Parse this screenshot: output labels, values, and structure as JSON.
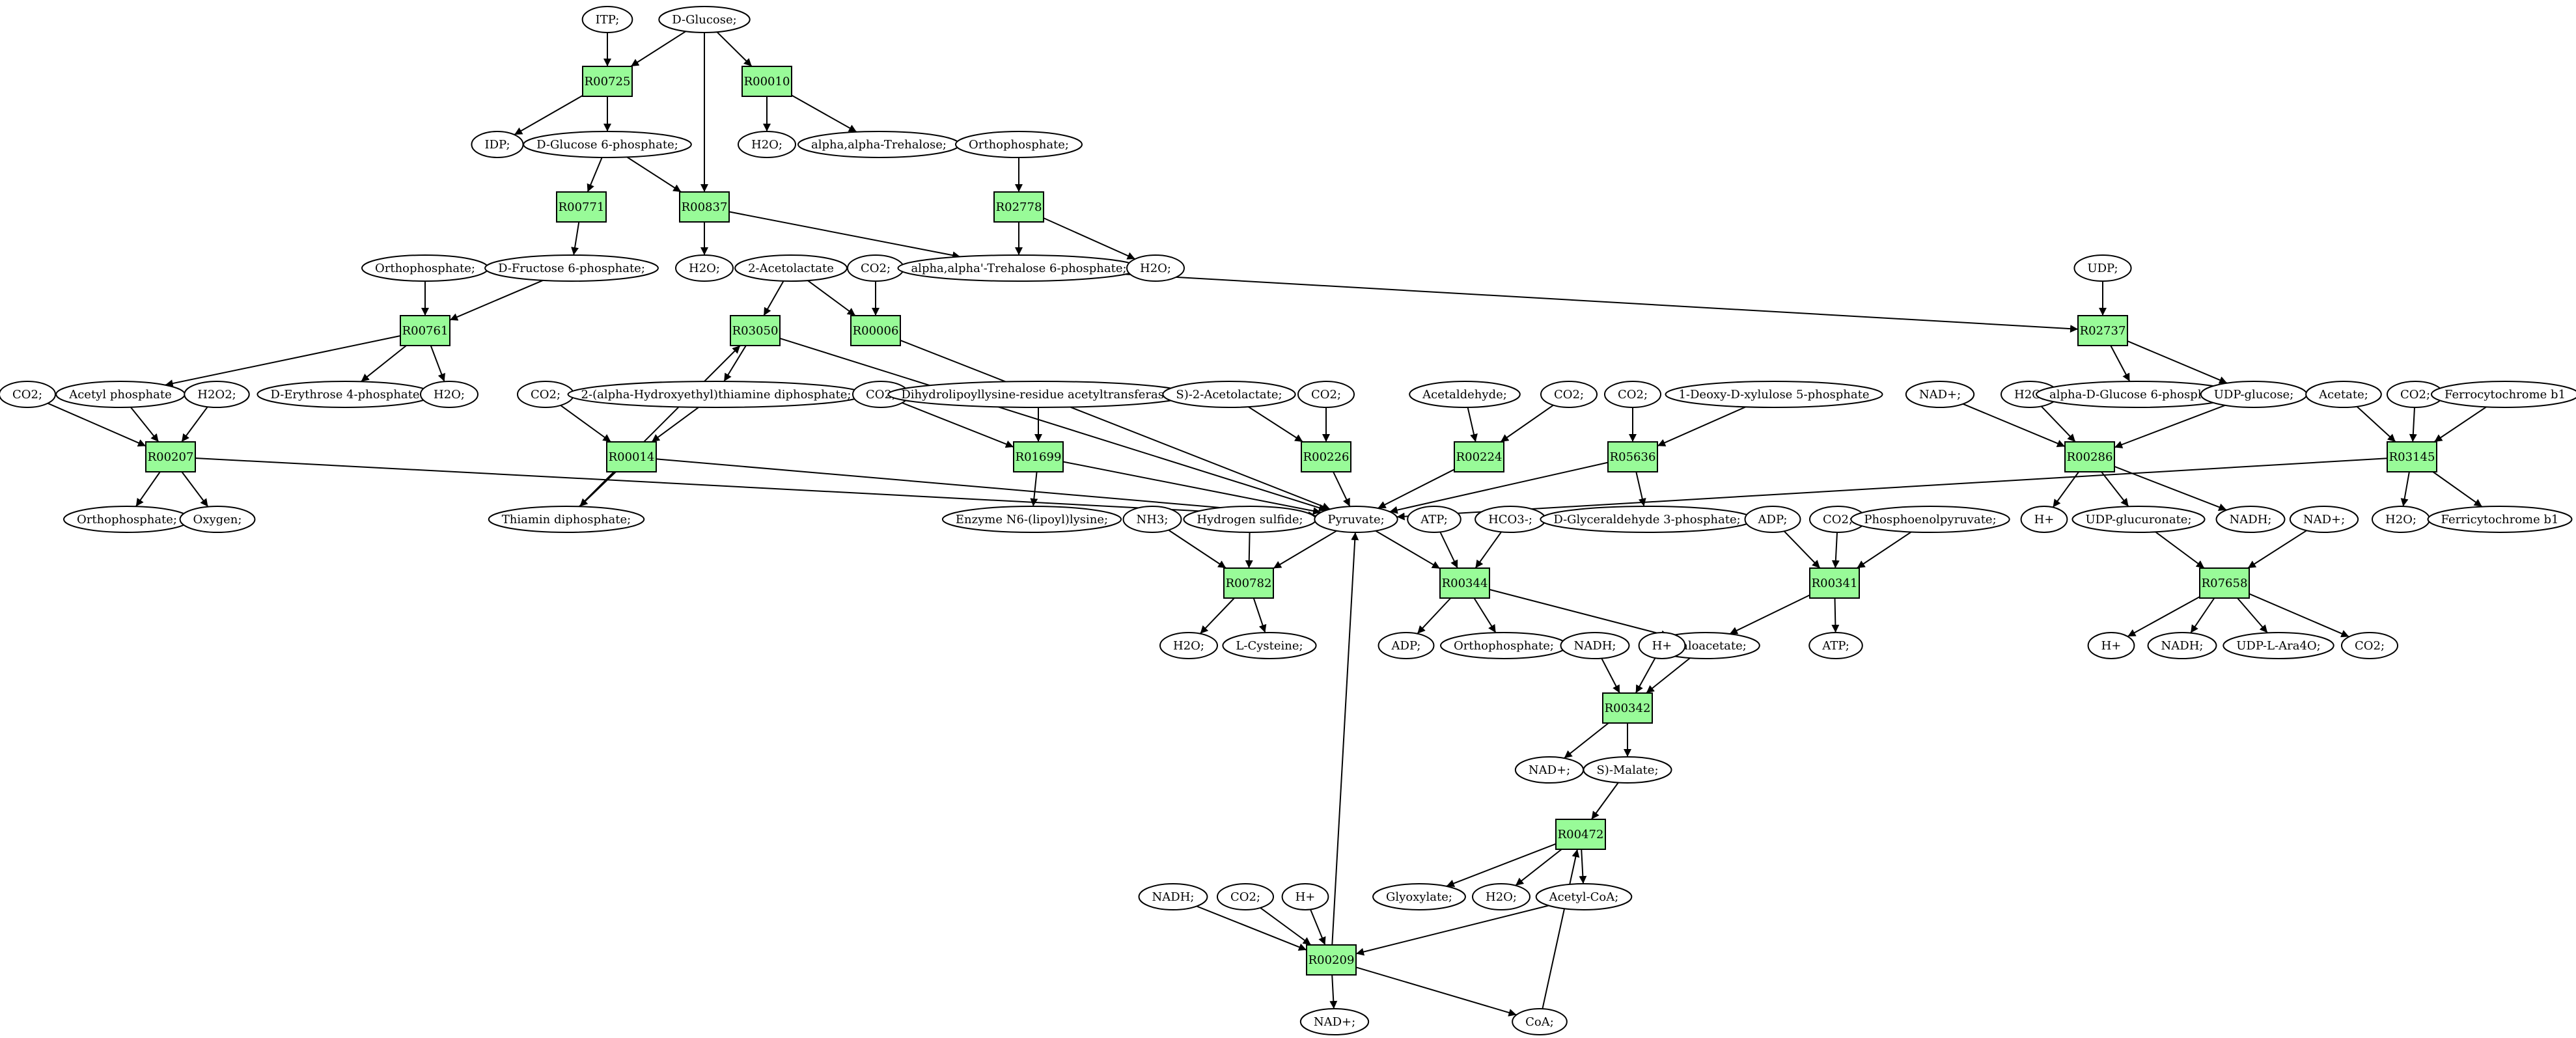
{
  "colors": {
    "reaction": "#98fb98",
    "metabolite": "#ffffff",
    "source": "#00ee00",
    "target": "#ffff00",
    "edge": "#000000"
  },
  "nodes": [
    {
      "id": "ITP",
      "label": "ITP;",
      "type": "metabolite"
    },
    {
      "id": "DGLC",
      "label": "D-Glucose;",
      "type": "source"
    },
    {
      "id": "R00725",
      "label": "R00725",
      "type": "reaction"
    },
    {
      "id": "R00010",
      "label": "R00010",
      "type": "reaction"
    },
    {
      "id": "IDP",
      "label": "IDP;",
      "type": "metabolite"
    },
    {
      "id": "G6P",
      "label": "D-Glucose 6-phosphate;",
      "type": "metabolite"
    },
    {
      "id": "H2O_1",
      "label": "H2O;",
      "type": "metabolite"
    },
    {
      "id": "TREH",
      "label": "alpha,alpha-Trehalose;",
      "type": "metabolite"
    },
    {
      "id": "PI_1",
      "label": "Orthophosphate;",
      "type": "metabolite"
    },
    {
      "id": "R00771",
      "label": "R00771",
      "type": "reaction"
    },
    {
      "id": "R00837",
      "label": "R00837",
      "type": "reaction"
    },
    {
      "id": "R02778",
      "label": "R02778",
      "type": "reaction"
    },
    {
      "id": "PI_2",
      "label": "Orthophosphate;",
      "type": "metabolite"
    },
    {
      "id": "F6P",
      "label": "D-Fructose 6-phosphate;",
      "type": "metabolite"
    },
    {
      "id": "H2O_2",
      "label": "H2O;",
      "type": "metabolite"
    },
    {
      "id": "ACLAC",
      "label": "2-Acetolactate",
      "type": "metabolite"
    },
    {
      "id": "CO2_1",
      "label": "CO2;",
      "type": "metabolite"
    },
    {
      "id": "T6P",
      "label": "alpha,alpha'-Trehalose 6-phosphate;",
      "type": "metabolite"
    },
    {
      "id": "H2O_3",
      "label": "H2O;",
      "type": "metabolite"
    },
    {
      "id": "UDP",
      "label": "UDP;",
      "type": "metabolite"
    },
    {
      "id": "R00761",
      "label": "R00761",
      "type": "reaction"
    },
    {
      "id": "R03050",
      "label": "R03050",
      "type": "reaction"
    },
    {
      "id": "R00006",
      "label": "R00006",
      "type": "reaction"
    },
    {
      "id": "R02737",
      "label": "R02737",
      "type": "reaction"
    },
    {
      "id": "CO2_2",
      "label": "CO2;",
      "type": "metabolite"
    },
    {
      "id": "ACP",
      "label": "Acetyl phosphate",
      "type": "metabolite"
    },
    {
      "id": "H2O2",
      "label": "H2O2;",
      "type": "metabolite"
    },
    {
      "id": "E4P",
      "label": "D-Erythrose 4-phosphate",
      "type": "metabolite"
    },
    {
      "id": "H2O_4",
      "label": "H2O;",
      "type": "metabolite"
    },
    {
      "id": "CO2_3",
      "label": "CO2;",
      "type": "metabolite"
    },
    {
      "id": "HETPP",
      "label": "2-(alpha-Hydroxyethyl)thiamine diphosphate;",
      "type": "metabolite"
    },
    {
      "id": "CO2_4",
      "label": "CO2;",
      "type": "metabolite"
    },
    {
      "id": "DLAT",
      "label": "Dihydrolipoyllysine-residue acetyltransferase]",
      "type": "metabolite"
    },
    {
      "id": "SACLAC",
      "label": "S)-2-Acetolactate;",
      "type": "metabolite"
    },
    {
      "id": "CO2_5",
      "label": "CO2;",
      "type": "metabolite"
    },
    {
      "id": "ACALD",
      "label": "Acetaldehyde;",
      "type": "metabolite"
    },
    {
      "id": "CO2_6",
      "label": "CO2;",
      "type": "metabolite"
    },
    {
      "id": "CO2_7",
      "label": "CO2;",
      "type": "metabolite"
    },
    {
      "id": "DXP",
      "label": "1-Deoxy-D-xylulose 5-phosphate",
      "type": "metabolite"
    },
    {
      "id": "NADP_1",
      "label": "NAD+;",
      "type": "metabolite"
    },
    {
      "id": "H2O_5",
      "label": "H2O;",
      "type": "metabolite"
    },
    {
      "id": "AG6P",
      "label": "alpha-D-Glucose 6-phosphate",
      "type": "metabolite"
    },
    {
      "id": "UDPG",
      "label": "UDP-glucose;",
      "type": "metabolite"
    },
    {
      "id": "ACE",
      "label": "Acetate;",
      "type": "metabolite"
    },
    {
      "id": "CO2_8",
      "label": "CO2;",
      "type": "metabolite"
    },
    {
      "id": "FCB1",
      "label": "Ferrocytochrome b1",
      "type": "metabolite"
    },
    {
      "id": "R00207",
      "label": "R00207",
      "type": "reaction"
    },
    {
      "id": "R00014",
      "label": "R00014",
      "type": "reaction"
    },
    {
      "id": "R01699",
      "label": "R01699",
      "type": "reaction"
    },
    {
      "id": "R00226",
      "label": "R00226",
      "type": "reaction"
    },
    {
      "id": "R00224",
      "label": "R00224",
      "type": "reaction"
    },
    {
      "id": "R05636",
      "label": "R05636",
      "type": "reaction"
    },
    {
      "id": "R00286",
      "label": "R00286",
      "type": "reaction"
    },
    {
      "id": "R03145",
      "label": "R03145",
      "type": "reaction"
    },
    {
      "id": "PI_3",
      "label": "Orthophosphate;",
      "type": "metabolite"
    },
    {
      "id": "O2",
      "label": "Oxygen;",
      "type": "metabolite"
    },
    {
      "id": "TPP",
      "label": "Thiamin diphosphate;",
      "type": "metabolite"
    },
    {
      "id": "LIPO",
      "label": "Enzyme N6-(lipoyl)lysine;",
      "type": "metabolite"
    },
    {
      "id": "NH3",
      "label": "NH3;",
      "type": "metabolite"
    },
    {
      "id": "H2S",
      "label": "Hydrogen sulfide;",
      "type": "metabolite"
    },
    {
      "id": "PYR",
      "label": "Pyruvate;",
      "type": "metabolite"
    },
    {
      "id": "ATP_1",
      "label": "ATP;",
      "type": "metabolite"
    },
    {
      "id": "HCO3",
      "label": "HCO3-;",
      "type": "metabolite"
    },
    {
      "id": "GAP",
      "label": "D-Glyceraldehyde 3-phosphate;",
      "type": "metabolite"
    },
    {
      "id": "ADP_1",
      "label": "ADP;",
      "type": "metabolite"
    },
    {
      "id": "CO2_9",
      "label": "CO2;",
      "type": "metabolite"
    },
    {
      "id": "PEP",
      "label": "Phosphoenolpyruvate;",
      "type": "metabolite"
    },
    {
      "id": "HP_1",
      "label": "H+",
      "type": "metabolite"
    },
    {
      "id": "UDPGA",
      "label": "UDP-glucuronate;",
      "type": "metabolite"
    },
    {
      "id": "NADH_1",
      "label": "NADH;",
      "type": "metabolite"
    },
    {
      "id": "NADP_2",
      "label": "NAD+;",
      "type": "metabolite"
    },
    {
      "id": "H2O_6",
      "label": "H2O;",
      "type": "metabolite"
    },
    {
      "id": "FRCB1",
      "label": "Ferricytochrome b1",
      "type": "metabolite"
    },
    {
      "id": "R00782",
      "label": "R00782",
      "type": "reaction"
    },
    {
      "id": "R00344",
      "label": "R00344",
      "type": "reaction"
    },
    {
      "id": "R00341",
      "label": "R00341",
      "type": "reaction"
    },
    {
      "id": "R07658",
      "label": "R07658",
      "type": "reaction"
    },
    {
      "id": "H2O_7",
      "label": "H2O;",
      "type": "metabolite"
    },
    {
      "id": "CYS",
      "label": "L-Cysteine;",
      "type": "target"
    },
    {
      "id": "ADP_2",
      "label": "ADP;",
      "type": "metabolite"
    },
    {
      "id": "PI_4",
      "label": "Orthophosphate;",
      "type": "metabolite"
    },
    {
      "id": "OAA",
      "label": "Oxaloacetate;",
      "type": "metabolite"
    },
    {
      "id": "ATP_2",
      "label": "ATP;",
      "type": "metabolite"
    },
    {
      "id": "HP_2",
      "label": "H+",
      "type": "metabolite"
    },
    {
      "id": "NADH_2",
      "label": "NADH;",
      "type": "metabolite"
    },
    {
      "id": "UDPARA",
      "label": "UDP-L-Ara4O;",
      "type": "metabolite"
    },
    {
      "id": "CO2_10",
      "label": "CO2;",
      "type": "metabolite"
    },
    {
      "id": "NADH_3",
      "label": "NADH;",
      "type": "metabolite"
    },
    {
      "id": "HP_3",
      "label": "H+",
      "type": "metabolite"
    },
    {
      "id": "R00342",
      "label": "R00342",
      "type": "reaction"
    },
    {
      "id": "NADP_3",
      "label": "NAD+;",
      "type": "metabolite"
    },
    {
      "id": "MAL",
      "label": "S)-Malate;",
      "type": "metabolite"
    },
    {
      "id": "R00472",
      "label": "R00472",
      "type": "reaction"
    },
    {
      "id": "GLX",
      "label": "Glyoxylate;",
      "type": "metabolite"
    },
    {
      "id": "H2O_8",
      "label": "H2O;",
      "type": "metabolite"
    },
    {
      "id": "ACCOA",
      "label": "Acetyl-CoA;",
      "type": "metabolite"
    },
    {
      "id": "NADH_4",
      "label": "NADH;",
      "type": "metabolite"
    },
    {
      "id": "CO2_11",
      "label": "CO2;",
      "type": "metabolite"
    },
    {
      "id": "HP_4",
      "label": "H+",
      "type": "metabolite"
    },
    {
      "id": "R00209",
      "label": "R00209",
      "type": "reaction"
    },
    {
      "id": "NADP_4",
      "label": "NAD+;",
      "type": "metabolite"
    },
    {
      "id": "COA",
      "label": "CoA;",
      "type": "metabolite"
    }
  ],
  "edges": [
    [
      "ITP",
      "R00725"
    ],
    [
      "DGLC",
      "R00725"
    ],
    [
      "DGLC",
      "R00010"
    ],
    [
      "DGLC",
      "R00837"
    ],
    [
      "R00725",
      "IDP"
    ],
    [
      "R00725",
      "G6P"
    ],
    [
      "R00010",
      "H2O_1"
    ],
    [
      "R00010",
      "TREH"
    ],
    [
      "G6P",
      "R00771"
    ],
    [
      "G6P",
      "R00837"
    ],
    [
      "PI_1",
      "R02778"
    ],
    [
      "R00771",
      "F6P"
    ],
    [
      "R00837",
      "H2O_2"
    ],
    [
      "R00837",
      "T6P"
    ],
    [
      "R02778",
      "T6P"
    ],
    [
      "R02778",
      "H2O_3"
    ],
    [
      "PI_2",
      "R00761"
    ],
    [
      "F6P",
      "R00761"
    ],
    [
      "ACLAC",
      "R03050"
    ],
    [
      "ACLAC",
      "R00006"
    ],
    [
      "CO2_1",
      "R00006"
    ],
    [
      "T6P",
      "R02737"
    ],
    [
      "UDP",
      "R02737"
    ],
    [
      "R00761",
      "ACP"
    ],
    [
      "R00761",
      "E4P"
    ],
    [
      "R00761",
      "H2O_4"
    ],
    [
      "R03050",
      "HETPP"
    ],
    [
      "R03050",
      "PYR"
    ],
    [
      "R00006",
      "PYR"
    ],
    [
      "R02737",
      "AG6P"
    ],
    [
      "R02737",
      "UDPG"
    ],
    [
      "CO2_2",
      "R00207"
    ],
    [
      "ACP",
      "R00207"
    ],
    [
      "H2O2",
      "R00207"
    ],
    [
      "CO2_3",
      "R00014"
    ],
    [
      "HETPP",
      "R00014"
    ],
    [
      "CO2_4",
      "R01699"
    ],
    [
      "DLAT",
      "R01699"
    ],
    [
      "SACLAC",
      "R00226"
    ],
    [
      "CO2_5",
      "R00226"
    ],
    [
      "ACALD",
      "R00224"
    ],
    [
      "CO2_6",
      "R00224"
    ],
    [
      "CO2_7",
      "R05636"
    ],
    [
      "DXP",
      "R05636"
    ],
    [
      "NADP_1",
      "R00286"
    ],
    [
      "H2O_5",
      "R00286"
    ],
    [
      "UDPG",
      "R00286"
    ],
    [
      "ACE",
      "R03145"
    ],
    [
      "CO2_8",
      "R03145"
    ],
    [
      "FCB1",
      "R03145"
    ],
    [
      "R00207",
      "PI_3"
    ],
    [
      "R00207",
      "O2"
    ],
    [
      "R00207",
      "PYR"
    ],
    [
      "R00014",
      "TPP"
    ],
    [
      "R00014",
      "PYR"
    ],
    [
      "TPP",
      "R03050"
    ],
    [
      "R01699",
      "LIPO"
    ],
    [
      "R01699",
      "PYR"
    ],
    [
      "R00226",
      "PYR"
    ],
    [
      "R00224",
      "PYR"
    ],
    [
      "R05636",
      "PYR"
    ],
    [
      "R05636",
      "GAP"
    ],
    [
      "R00286",
      "HP_1"
    ],
    [
      "R00286",
      "UDPGA"
    ],
    [
      "R00286",
      "NADH_1"
    ],
    [
      "R03145",
      "PYR"
    ],
    [
      "R03145",
      "H2O_6"
    ],
    [
      "R03145",
      "FRCB1"
    ],
    [
      "NH3",
      "R00782"
    ],
    [
      "H2S",
      "R00782"
    ],
    [
      "PYR",
      "R00782"
    ],
    [
      "PYR",
      "R00344"
    ],
    [
      "ATP_1",
      "R00344"
    ],
    [
      "HCO3",
      "R00344"
    ],
    [
      "ADP_1",
      "R00341"
    ],
    [
      "CO2_9",
      "R00341"
    ],
    [
      "PEP",
      "R00341"
    ],
    [
      "UDPGA",
      "R07658"
    ],
    [
      "NADP_2",
      "R07658"
    ],
    [
      "R00782",
      "H2O_7"
    ],
    [
      "R00782",
      "CYS"
    ],
    [
      "R00344",
      "ADP_2"
    ],
    [
      "R00344",
      "PI_4"
    ],
    [
      "R00344",
      "OAA"
    ],
    [
      "R00341",
      "OAA"
    ],
    [
      "R00341",
      "ATP_2"
    ],
    [
      "R07658",
      "HP_2"
    ],
    [
      "R07658",
      "NADH_2"
    ],
    [
      "R07658",
      "UDPARA"
    ],
    [
      "R07658",
      "CO2_10"
    ],
    [
      "NADH_3",
      "R00342"
    ],
    [
      "HP_3",
      "R00342"
    ],
    [
      "OAA",
      "R00342"
    ],
    [
      "R00342",
      "NADP_3"
    ],
    [
      "R00342",
      "MAL"
    ],
    [
      "MAL",
      "R00472"
    ],
    [
      "R00472",
      "GLX"
    ],
    [
      "R00472",
      "H2O_8"
    ],
    [
      "R00472",
      "ACCOA"
    ],
    [
      "ACCOA",
      "R00209"
    ],
    [
      "NADH_4",
      "R00209"
    ],
    [
      "CO2_11",
      "R00209"
    ],
    [
      "HP_4",
      "R00209"
    ],
    [
      "R00209",
      "NADP_4"
    ],
    [
      "R00209",
      "COA"
    ],
    [
      "R00209",
      "PYR"
    ],
    [
      "COA",
      "R00472"
    ]
  ]
}
